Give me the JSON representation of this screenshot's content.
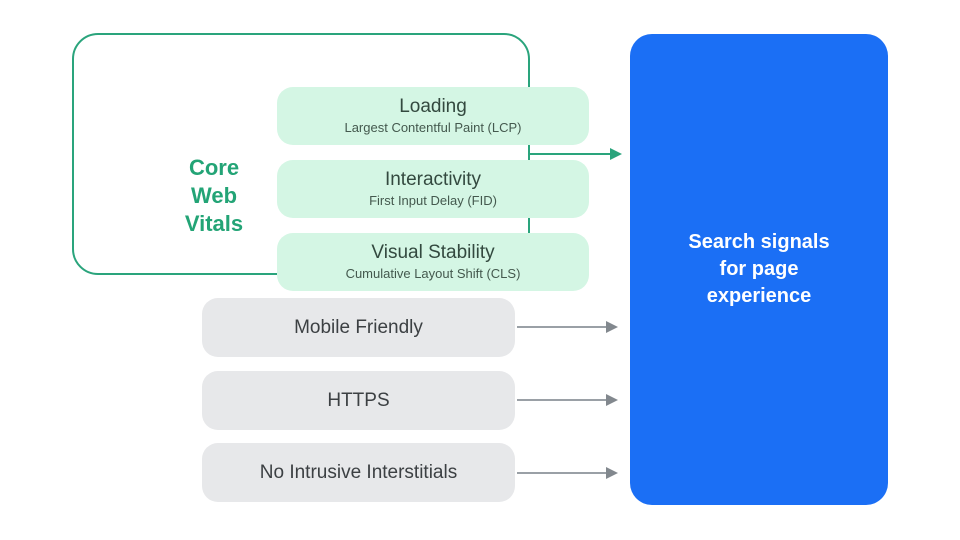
{
  "core_web_vitals": {
    "label": "Core\nWeb\nVitals",
    "items": [
      {
        "title": "Loading",
        "subtitle": "Largest Contentful Paint (LCP)"
      },
      {
        "title": "Interactivity",
        "subtitle": "First Input Delay (FID)"
      },
      {
        "title": "Visual Stability",
        "subtitle": "Cumulative Layout Shift (CLS)"
      }
    ]
  },
  "other_signals": [
    {
      "label": "Mobile Friendly"
    },
    {
      "label": "HTTPS"
    },
    {
      "label": "No Intrusive Interstitials"
    }
  ],
  "result": {
    "label": "Search signals\nfor page\nexperience"
  },
  "colors": {
    "green_accent": "#23a476",
    "green_border": "#2aa47c",
    "mint_fill": "#d4f6e4",
    "vital_title_text": "#33493f",
    "vital_subtitle_text": "#44594e",
    "gray_fill": "#e7e8ea",
    "gray_text": "#3c4043",
    "arrow_gray": "#9aa0a6",
    "blue_fill": "#1b6ff5",
    "result_text": "#ffffff",
    "background": "#ffffff"
  }
}
